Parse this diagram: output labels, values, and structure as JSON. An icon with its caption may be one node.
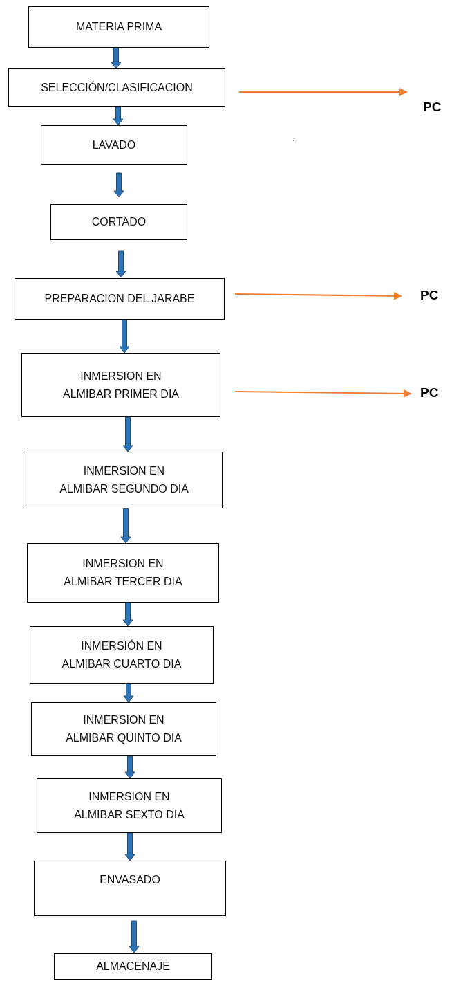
{
  "diagram": {
    "nodes": [
      {
        "text": [
          "MATERIA PRIMA"
        ]
      },
      {
        "text": [
          "SELECCIÓN/CLASIFICACION"
        ]
      },
      {
        "text": [
          "LAVADO"
        ]
      },
      {
        "text": [
          "CORTADO"
        ]
      },
      {
        "text": [
          "PREPARACION DEL JARABE"
        ]
      },
      {
        "text": [
          "INMERSION EN ALMIBAR PRIMER DIA"
        ]
      },
      {
        "text": [
          "INMERSION EN ALMIBAR SEGUNDO DIA"
        ]
      },
      {
        "text": [
          "INMERSION EN ALMIBAR TERCER DIA"
        ]
      },
      {
        "text": [
          "INMERSIÓN EN ALMIBAR CUARTO DIA"
        ]
      },
      {
        "text": [
          "INMERSION EN ALMIBAR QUINTO DIA"
        ]
      },
      {
        "text": [
          "INMERSION EN ALMIBAR SEXTO DIA"
        ]
      },
      {
        "text": [
          "ENVASADO"
        ]
      },
      {
        "text": [
          "ALMACENAJE"
        ]
      },
      {
        "text": [
          "PC"
        ]
      },
      {
        "text": [
          "PC"
        ]
      },
      {
        "text": [
          "PC"
        ]
      }
    ],
    "edges": [
      {
        "from": 0,
        "to": 1,
        "arrow": "to",
        "style": "thick"
      },
      {
        "from": 1,
        "to": 2,
        "arrow": "to",
        "style": "thick"
      },
      {
        "from": 2,
        "to": 3,
        "arrow": "to",
        "style": "thick"
      },
      {
        "from": 3,
        "to": 4,
        "arrow": "to",
        "style": "thick"
      },
      {
        "from": 4,
        "to": 5,
        "arrow": "to",
        "style": "thick"
      },
      {
        "from": 5,
        "to": 6,
        "arrow": "to",
        "style": "thick"
      },
      {
        "from": 6,
        "to": 7,
        "arrow": "to",
        "style": "thick"
      },
      {
        "from": 7,
        "to": 8,
        "arrow": "to",
        "style": "thick"
      },
      {
        "from": 8,
        "to": 9,
        "arrow": "to",
        "style": "thick"
      },
      {
        "from": 9,
        "to": 10,
        "arrow": "to",
        "style": "thick"
      },
      {
        "from": 10,
        "to": 11,
        "arrow": "to",
        "style": "thick"
      },
      {
        "from": 11,
        "to": 12,
        "arrow": "to",
        "style": "thick"
      },
      {
        "from": 1,
        "to": 13,
        "arrow": "to",
        "color": "#ed7d31"
      },
      {
        "from": 4,
        "to": 14,
        "arrow": "to",
        "color": "#ed7d31"
      },
      {
        "from": 5,
        "to": 15,
        "arrow": "to",
        "color": "#ed7d31"
      }
    ],
    "labels": [
      "."
    ]
  }
}
